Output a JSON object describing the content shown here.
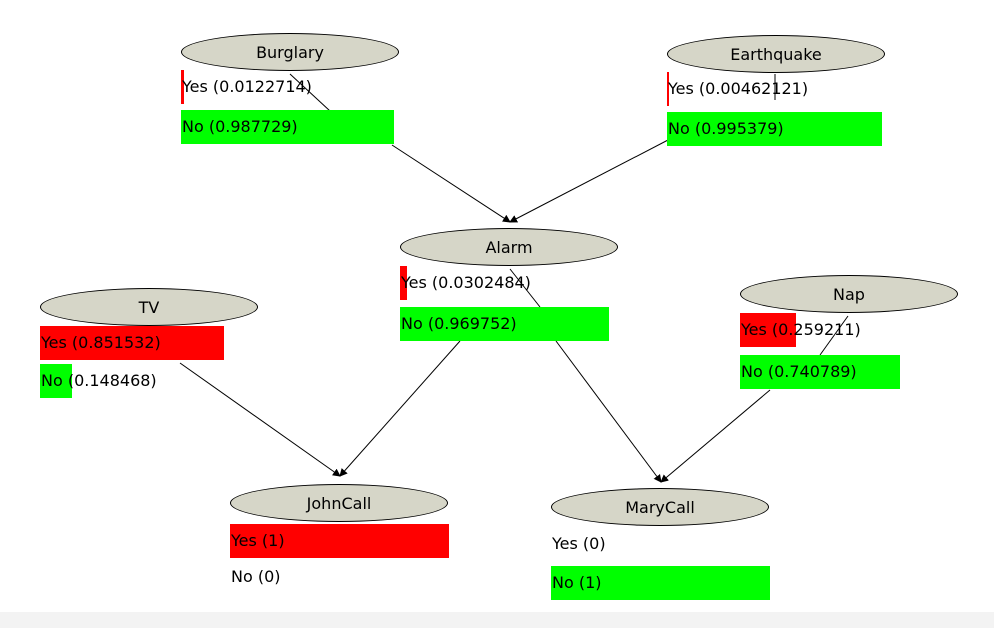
{
  "colors": {
    "yes": "#ff0000",
    "no": "#00ff00",
    "node_fill": "#d6d6c8"
  },
  "nodes": {
    "burglary": {
      "name": "Burglary",
      "yes": {
        "label": "Yes (0.0122714)",
        "p": 0.0122714
      },
      "no": {
        "label": "No (0.987729)",
        "p": 0.987729
      }
    },
    "earthquake": {
      "name": "Earthquake",
      "yes": {
        "label": "Yes (0.00462121)",
        "p": 0.00462121
      },
      "no": {
        "label": "No (0.995379)",
        "p": 0.995379
      }
    },
    "alarm": {
      "name": "Alarm",
      "yes": {
        "label": "Yes (0.0302484)",
        "p": 0.0302484
      },
      "no": {
        "label": "No (0.969752)",
        "p": 0.969752
      }
    },
    "tv": {
      "name": "TV",
      "yes": {
        "label": "Yes (0.851532)",
        "p": 0.851532
      },
      "no": {
        "label": "No (0.148468)",
        "p": 0.148468
      }
    },
    "nap": {
      "name": "Nap",
      "yes": {
        "label": "Yes (0.259211)",
        "p": 0.259211
      },
      "no": {
        "label": "No (0.740789)",
        "p": 0.740789
      }
    },
    "johncall": {
      "name": "JohnCall",
      "yes": {
        "label": "Yes (1)",
        "p": 1
      },
      "no": {
        "label": "No (0)",
        "p": 0
      }
    },
    "marycall": {
      "name": "MaryCall",
      "yes": {
        "label": "Yes (0)",
        "p": 0
      },
      "no": {
        "label": "No (1)",
        "p": 1
      }
    }
  }
}
